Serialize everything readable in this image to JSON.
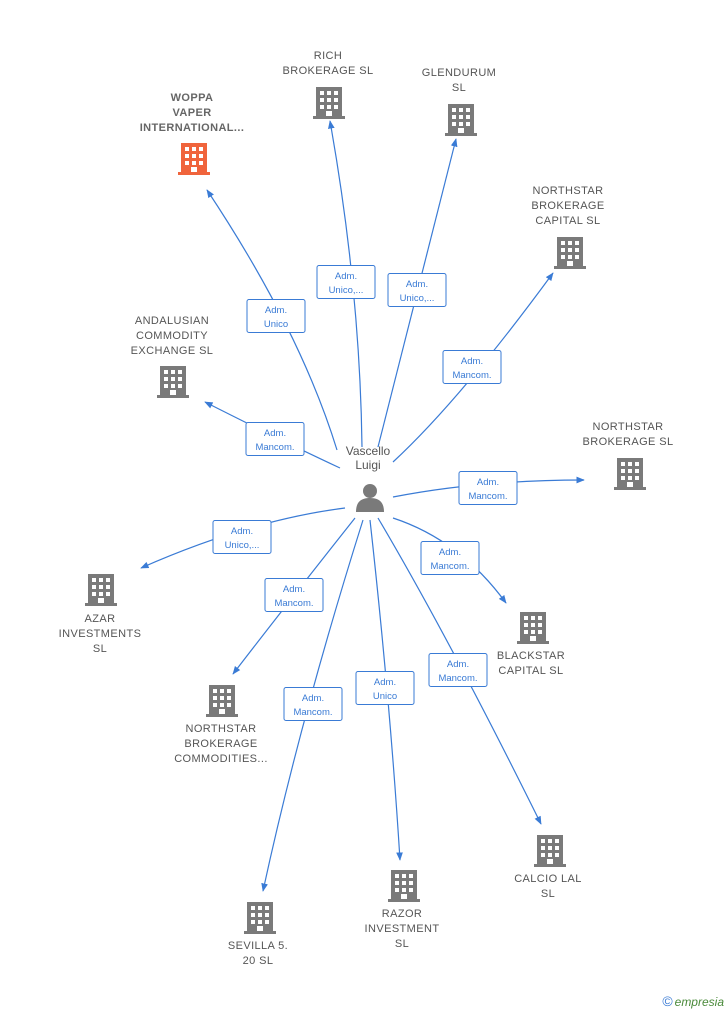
{
  "center": {
    "name_lines": [
      "Vascello",
      "Luigi"
    ]
  },
  "companies": [
    {
      "id": "woppa",
      "lines": [
        "WOPPA",
        "VAPER",
        "INTERNATIONAL..."
      ],
      "highlight": true,
      "role_lines": [
        "Adm.",
        "Unico"
      ]
    },
    {
      "id": "rich",
      "lines": [
        "RICH",
        "BROKERAGE SL"
      ],
      "highlight": false,
      "role_lines": [
        "Adm.",
        "Unico,..."
      ]
    },
    {
      "id": "glendurum",
      "lines": [
        "GLENDURUM",
        "SL"
      ],
      "highlight": false,
      "role_lines": [
        "Adm.",
        "Unico,..."
      ]
    },
    {
      "id": "ns-capital",
      "lines": [
        "NORTHSTAR",
        "BROKERAGE",
        "CAPITAL  SL"
      ],
      "highlight": false,
      "role_lines": [
        "Adm.",
        "Mancom."
      ]
    },
    {
      "id": "andalusian",
      "lines": [
        "ANDALUSIAN",
        "COMMODITY",
        "EXCHANGE  SL"
      ],
      "highlight": false,
      "role_lines": [
        "Adm.",
        "Mancom."
      ]
    },
    {
      "id": "ns-brokerage",
      "lines": [
        "NORTHSTAR",
        "BROKERAGE SL"
      ],
      "highlight": false,
      "role_lines": [
        "Adm.",
        "Mancom."
      ]
    },
    {
      "id": "azar",
      "lines": [
        "AZAR",
        "INVESTMENTS",
        "SL"
      ],
      "highlight": false,
      "role_lines": [
        "Adm.",
        "Unico,..."
      ]
    },
    {
      "id": "blackstar",
      "lines": [
        "BLACKSTAR",
        "CAPITAL  SL"
      ],
      "highlight": false,
      "role_lines": [
        "Adm.",
        "Mancom."
      ]
    },
    {
      "id": "ns-commodities",
      "lines": [
        "NORTHSTAR",
        "BROKERAGE",
        "COMMODITIES..."
      ],
      "highlight": false,
      "role_lines": [
        "Adm.",
        "Mancom."
      ]
    },
    {
      "id": "calcio",
      "lines": [
        "CALCIO LAL",
        "SL"
      ],
      "highlight": false,
      "role_lines": [
        "Adm.",
        "Mancom."
      ]
    },
    {
      "id": "razor",
      "lines": [
        "RAZOR",
        "INVESTMENT",
        "SL"
      ],
      "highlight": false,
      "role_lines": [
        "Adm.",
        "Unico"
      ]
    },
    {
      "id": "sevilla",
      "lines": [
        "SEVILLA 5.",
        "20  SL"
      ],
      "highlight": false,
      "role_lines": [
        "Adm.",
        "Mancom."
      ]
    }
  ],
  "colors": {
    "edge": "#3a7bd5",
    "building": "#7a7a7a",
    "highlight_building": "#f0643c"
  },
  "brand": {
    "symbol": "©",
    "name": "empresia"
  }
}
